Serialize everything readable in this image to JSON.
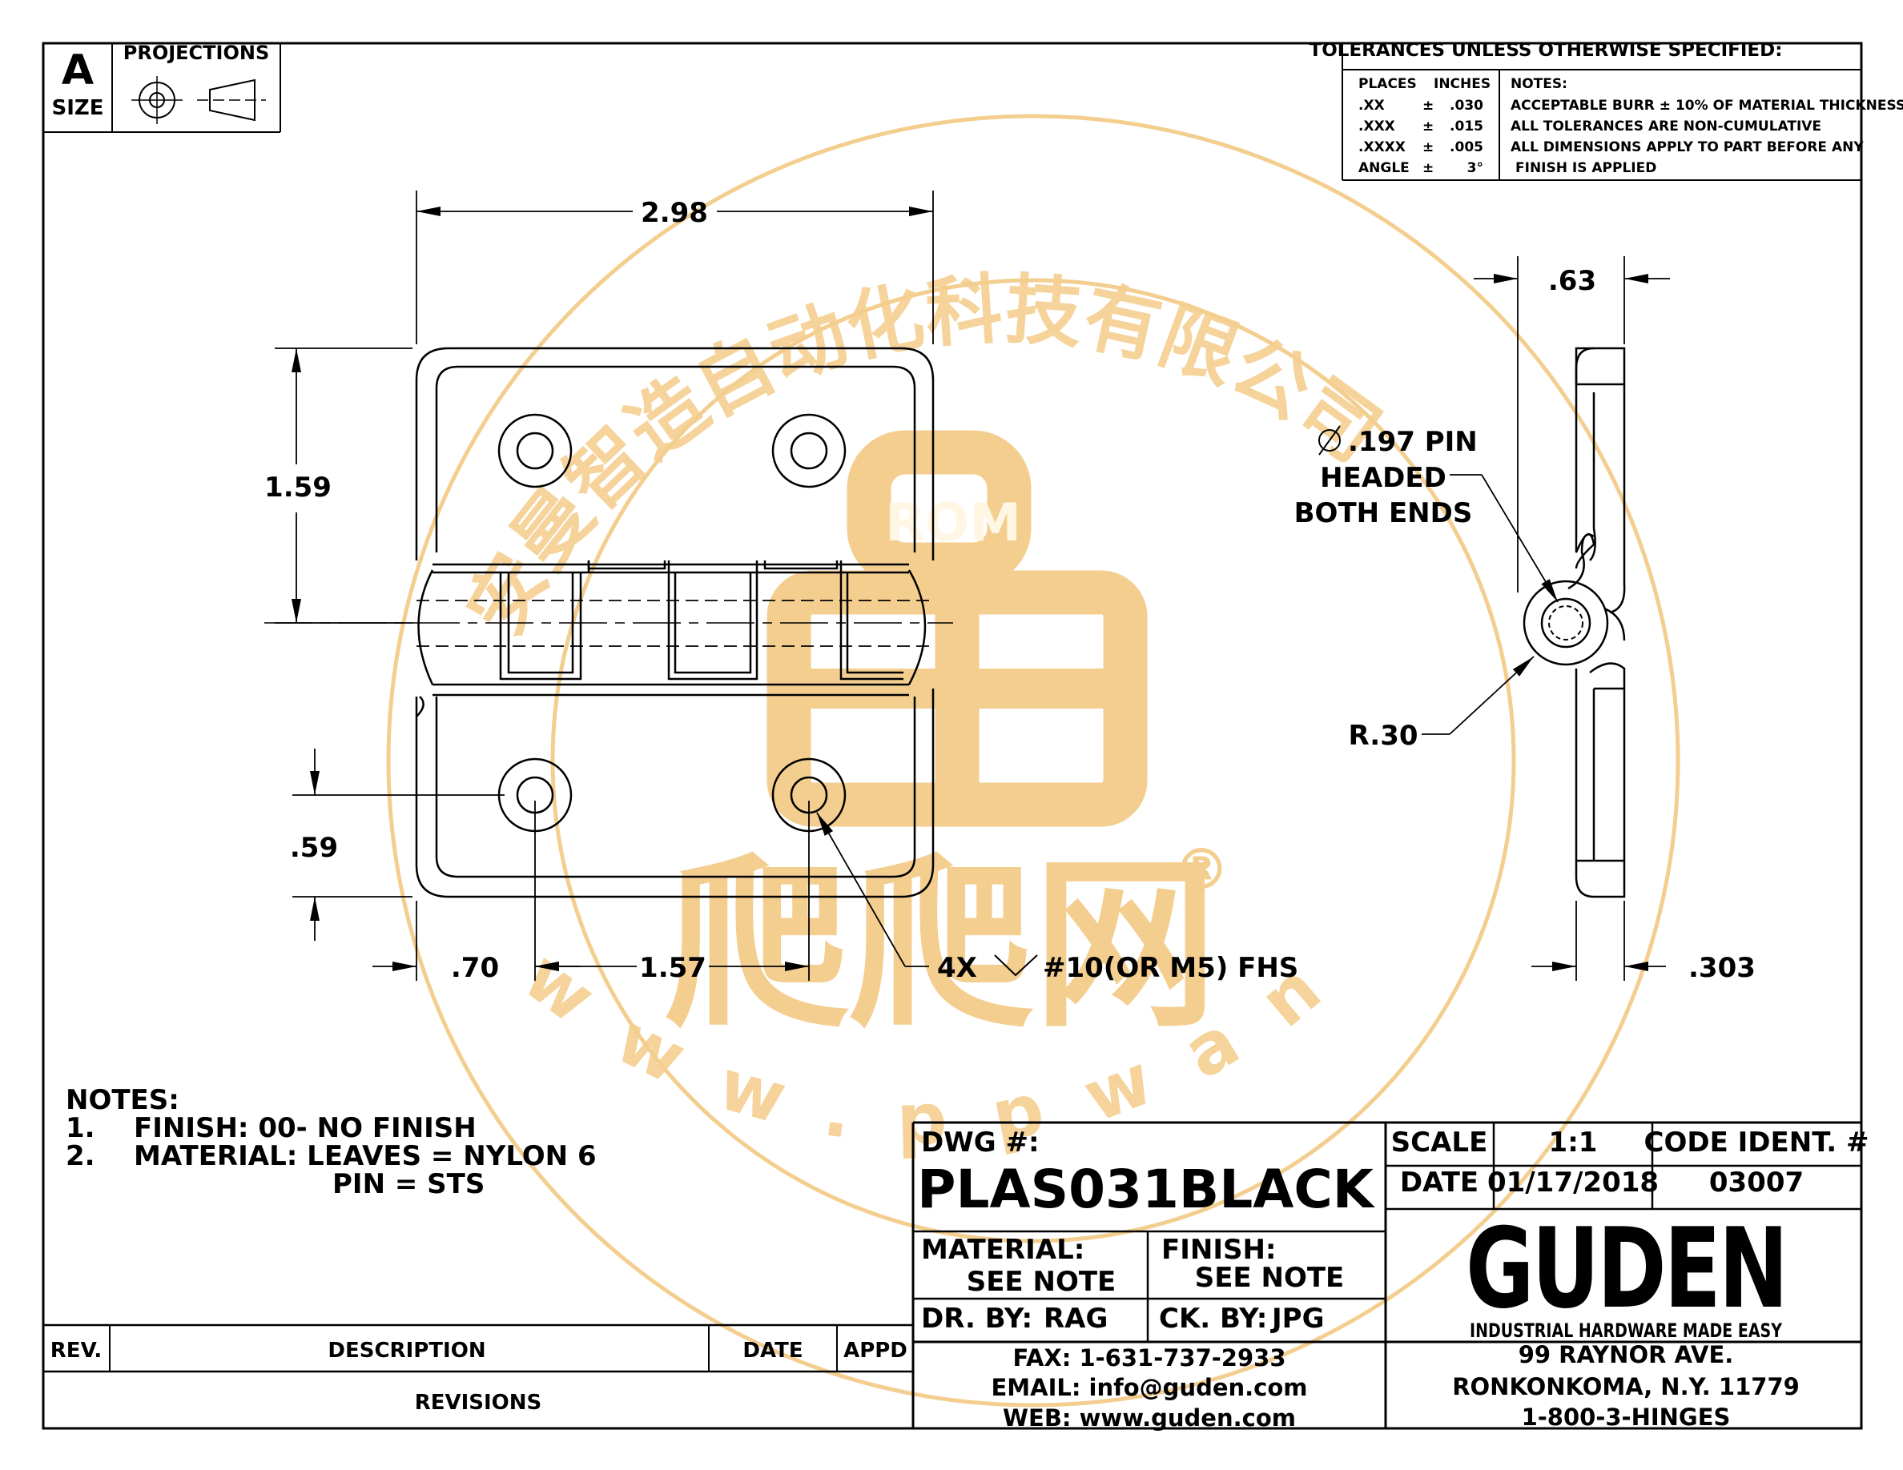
{
  "title_block": {
    "size_letter": "A",
    "size_label": "SIZE",
    "projections_label": "PROJECTIONS",
    "dwg_label": "DWG #:",
    "dwg_number": "PLAS031BLACK",
    "scale_label": "SCALE",
    "scale_value": "1:1",
    "code_ident_label": "CODE IDENT. #",
    "code_ident_value": "03007",
    "date_label": "DATE",
    "date_value": "01/17/2018",
    "material_label": "MATERIAL:",
    "material_value": "SEE NOTE",
    "finish_label": "FINISH:",
    "finish_value": "SEE NOTE",
    "drawn_by_label": "DR. BY:",
    "drawn_by_value": "RAG",
    "checked_by_label": "CK. BY:",
    "checked_by_value": "JPG",
    "fax": "FAX: 1-631-737-2933",
    "email": "EMAIL: info@guden.com",
    "web": "WEB: www.guden.com",
    "company_logo": "GUDEN",
    "company_tagline": "INDUSTRIAL HARDWARE MADE EASY",
    "address_line1": "99 RAYNOR AVE.",
    "address_line2": "RONKONKOMA, N.Y. 11779",
    "phone": "1-800-3-HINGES"
  },
  "tolerances": {
    "header": "TOLERANCES UNLESS OTHERWISE SPECIFIED:",
    "col_places": "PLACES",
    "col_inches": "INCHES",
    "rows": [
      {
        "places": ".XX",
        "pm": "±",
        "inches": ".030"
      },
      {
        "places": ".XXX",
        "pm": "±",
        "inches": ".015"
      },
      {
        "places": ".XXXX",
        "pm": "±",
        "inches": ".005"
      },
      {
        "places": "ANGLE",
        "pm": "±",
        "inches": "3°"
      }
    ],
    "notes_header": "NOTES:",
    "notes": [
      "ACCEPTABLE BURR ± 10% OF MATERIAL THICKNESS",
      "ALL TOLERANCES ARE NON-CUMULATIVE",
      "ALL DIMENSIONS APPLY TO PART BEFORE ANY",
      "FINISH IS APPLIED"
    ]
  },
  "dimensions": {
    "width": "2.98",
    "height": "1.59",
    "hole_from_bottom": ".59",
    "hole_from_left": ".70",
    "hole_spacing": "1.57",
    "hole_callout": "4X",
    "hole_spec": "#10(OR M5) FHS",
    "side_width": ".63",
    "side_thickness": ".303",
    "pin_line1": ".197 PIN",
    "pin_line2": "HEADED",
    "pin_line3": "BOTH ENDS",
    "radius": "R.30"
  },
  "notes": {
    "header": "NOTES:",
    "items": [
      {
        "num": "1.",
        "text": "FINISH: 00- NO FINISH"
      },
      {
        "num": "2.",
        "text": "MATERIAL: LEAVES = NYLON 6"
      }
    ],
    "pin_line": "PIN = STS"
  },
  "revisions": {
    "col_rev": "REV.",
    "col_description": "DESCRIPTION",
    "col_date": "DATE",
    "col_appd": "APPD",
    "footer": "REVISIONS"
  },
  "watermark": {
    "arc_text": "安曼智造自动化科技有限公司",
    "url_text": "www.ppwang.com",
    "logo_text": "ROM",
    "brand_text": "爬爬网",
    "registered_mark": "®",
    "color": "#f2c67c"
  }
}
